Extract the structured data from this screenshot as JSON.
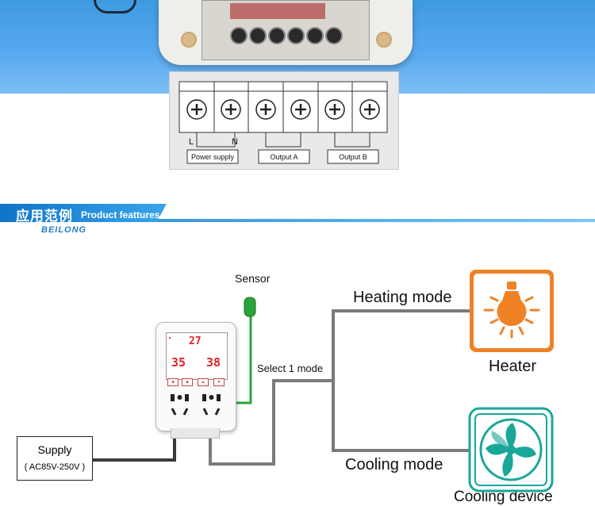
{
  "wiring_panel": {
    "terminal_labels": [
      "L",
      "N"
    ],
    "outputs": [
      "Power supply",
      "Output A",
      "Output B"
    ]
  },
  "banner": {
    "title_cn": "应用范例",
    "title_en": "Product feattures",
    "brand": "BEILONG"
  },
  "diagram": {
    "sensor_label": "Sensor",
    "select_label": "Select 1 mode",
    "heating_label": "Heating mode",
    "cooling_label": "Cooling mode",
    "heater_label": "Heater",
    "cooling_device_label": "Cooling device",
    "supply_label": "Supply",
    "supply_range": "( AC85V-250V )"
  },
  "controller": {
    "current_temp": "27",
    "start_temp": "35",
    "stop_temp": "38"
  },
  "colors": {
    "heater_orange": "#f08226",
    "fan_teal": "#1aa79a",
    "sensor_green": "#2aa43a",
    "banner_blue": "#1f87d8",
    "display_red": "#e0262a"
  }
}
